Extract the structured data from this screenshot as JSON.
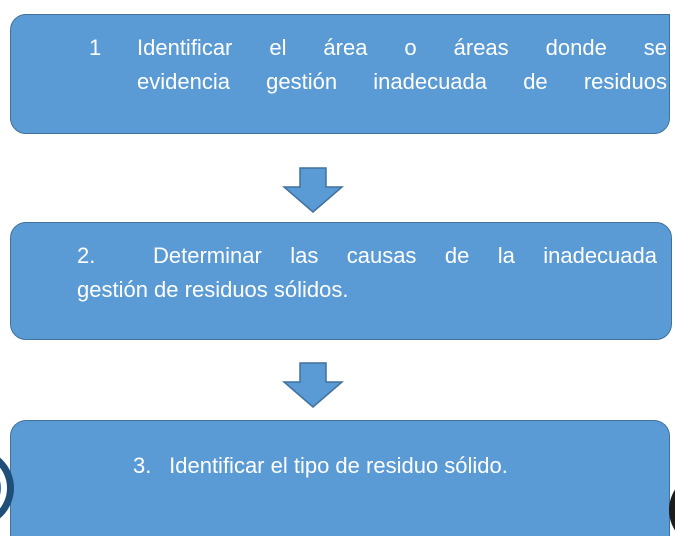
{
  "steps": [
    {
      "number": "1",
      "line1": "Identificar el área o áreas donde se",
      "line2": "evidencia gestión inadecuada de residuos"
    },
    {
      "number": "2.",
      "line1": "Determinar las causas de la inadecuada",
      "line2": "gestión de residuos sólidos."
    },
    {
      "number": "3.",
      "text": "Identificar el tipo de residuo sólido."
    }
  ],
  "colors": {
    "box_fill": "#5b9bd5",
    "box_border": "#41719c",
    "text": "#ffffff"
  }
}
